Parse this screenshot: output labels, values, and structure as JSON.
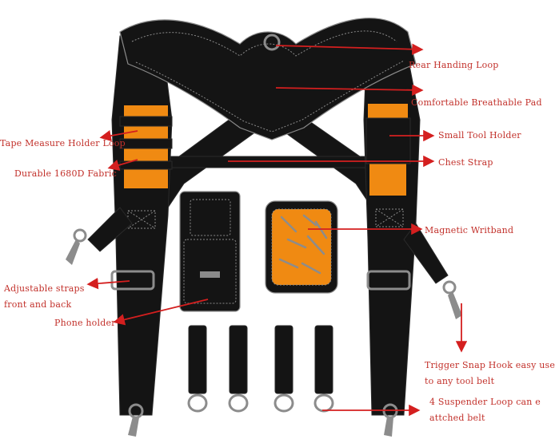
{
  "colors": {
    "strap": "#141414",
    "strap_edge": "#2a2a2a",
    "stitch": "#8a8a8a",
    "accent_orange": "#f08a12",
    "label_text": "#c2302a",
    "arrow": "#d41f1f",
    "metal": "#8c8c8c",
    "background": "#ffffff"
  },
  "product": {
    "name": "tool-belt-suspenders"
  },
  "callouts": [
    {
      "id": "rear-handing-loop",
      "lines": [
        "Rear Handing Loop"
      ]
    },
    {
      "id": "comfortable-breathable-pad",
      "lines": [
        "Comfortable Breathable Pad"
      ]
    },
    {
      "id": "small-tool-holder",
      "lines": [
        "Small Tool Holder"
      ]
    },
    {
      "id": "chest-strap",
      "lines": [
        "Chest Strap"
      ]
    },
    {
      "id": "tape-measure-holder-loop",
      "lines": [
        "Tape Measure Holder Loop"
      ]
    },
    {
      "id": "durable-fabric",
      "lines": [
        "Durable 1680D Fabric"
      ]
    },
    {
      "id": "magnetic-writband",
      "lines": [
        "Magnetic Writband"
      ]
    },
    {
      "id": "adjustable-straps",
      "lines": [
        "Adjustable straps",
        "front and back"
      ]
    },
    {
      "id": "phone-holder",
      "lines": [
        "Phone holder"
      ]
    },
    {
      "id": "trigger-snap-hook",
      "lines": [
        "Trigger Snap Hook easy use",
        "to any tool belt"
      ]
    },
    {
      "id": "suspender-loops",
      "lines": [
        "4 Suspender Loop can e",
        "attched belt"
      ]
    }
  ]
}
